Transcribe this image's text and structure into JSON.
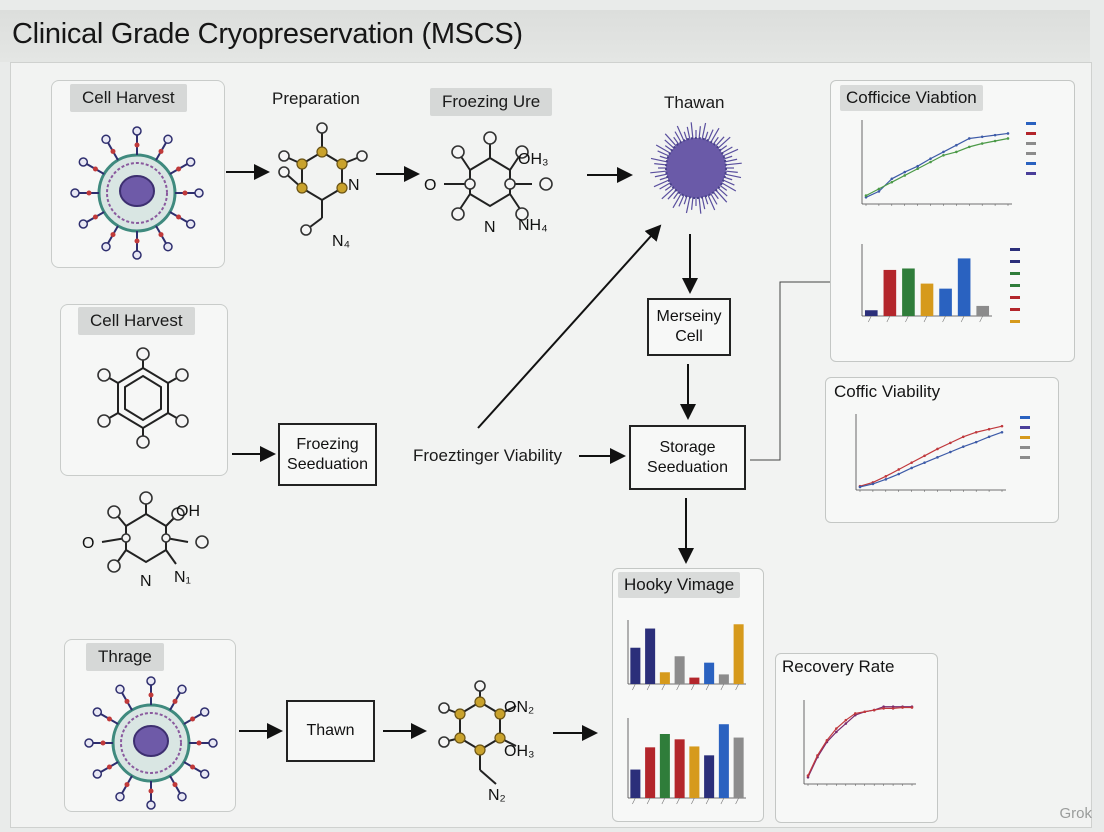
{
  "title": "Clinical Grade Cryopreservation (MSCS)",
  "nodes": {
    "cell_harvest_top": "Cell Harvest",
    "preparation": "Preparation",
    "freezing_ure": "Froezing Ure",
    "thawan": "Thawan",
    "cell_harvest_mid": "Cell Harvest",
    "freezing_seeduation": "Froezing\nSeeduation",
    "freezing_viability": "Froeztinger Viability",
    "merseiny_cell": "Merseiny\nCell",
    "storage_seeduation": "Storage\nSeeduation",
    "thrage": "Thrage",
    "thawn": "Thawn"
  },
  "chem": {
    "prep_label": "N₄",
    "prep_side": "N",
    "freeze_oh": "OH₃",
    "freeze_n": "N",
    "freeze_nh": "NH₄",
    "mid_oh": "OH",
    "mid_n": "N",
    "mid_nh": "N₁",
    "bottom_on": "ON₂",
    "bottom_oh": "OH₃",
    "bottom_n": "N₂",
    "o": "O"
  },
  "panels": {
    "cofficice": "Cofficice Viabtion",
    "coffic": "Coffic Viability",
    "hooky": "Hooky Vimage",
    "recovery": "Recovery Rate"
  },
  "colors": {
    "navy": "#2b2f7a",
    "red": "#b3262b",
    "green": "#2f7d3a",
    "gold": "#d69a1c",
    "blue": "#2a62c0",
    "gray": "#8c8c8c",
    "purple": "#4a3f9a",
    "line_blue": "#3d5ba8",
    "line_green": "#4c9a48",
    "line_red": "#c0393d",
    "line_purple": "#7a2a6f"
  },
  "watermark": "Grok",
  "chart_data": [
    {
      "type": "line",
      "title": "Cofficice Viabtion",
      "x": [
        1,
        2,
        3,
        4,
        5,
        6,
        7,
        8,
        9,
        10,
        11,
        12
      ],
      "ylim": [
        0,
        100
      ],
      "series": [
        {
          "values": [
            8,
            15,
            30,
            38,
            45,
            54,
            62,
            70,
            78,
            80,
            82,
            84
          ]
        },
        {
          "values": [
            10,
            18,
            26,
            34,
            42,
            50,
            58,
            62,
            68,
            72,
            75,
            78
          ]
        }
      ]
    },
    {
      "type": "bar",
      "title": "",
      "values": [
        8,
        64,
        66,
        45,
        38,
        80,
        14
      ],
      "ylim": [
        0,
        100
      ]
    },
    {
      "type": "line",
      "title": "Coffic Viability",
      "x": [
        1,
        2,
        3,
        4,
        5,
        6,
        7,
        8,
        9,
        10,
        11,
        12
      ],
      "ylim": [
        0,
        100
      ],
      "series": [
        {
          "values": [
            5,
            10,
            18,
            27,
            36,
            45,
            54,
            62,
            70,
            76,
            80,
            84
          ]
        },
        {
          "values": [
            4,
            8,
            14,
            21,
            29,
            36,
            43,
            50,
            57,
            63,
            70,
            76
          ]
        }
      ]
    },
    {
      "type": "bar",
      "title": "Hooky Vimage",
      "values": [
        34,
        52,
        11,
        26,
        6,
        20,
        9,
        56
      ],
      "ylim": [
        0,
        60
      ]
    },
    {
      "type": "bar",
      "title": "",
      "values": [
        32,
        57,
        72,
        66,
        58,
        48,
        83,
        68
      ],
      "ylim": [
        0,
        90
      ]
    },
    {
      "type": "line",
      "title": "Recovery Rate",
      "x": [
        1,
        2,
        3,
        4,
        5,
        6,
        7,
        8,
        9,
        10,
        11,
        12
      ],
      "ylim": [
        0,
        100
      ],
      "series": [
        {
          "values": [
            8,
            32,
            50,
            62,
            72,
            82,
            86,
            88,
            92,
            92,
            92,
            92
          ]
        },
        {
          "values": [
            10,
            34,
            52,
            66,
            76,
            84,
            86,
            88,
            90,
            90,
            91,
            91
          ]
        }
      ]
    }
  ]
}
